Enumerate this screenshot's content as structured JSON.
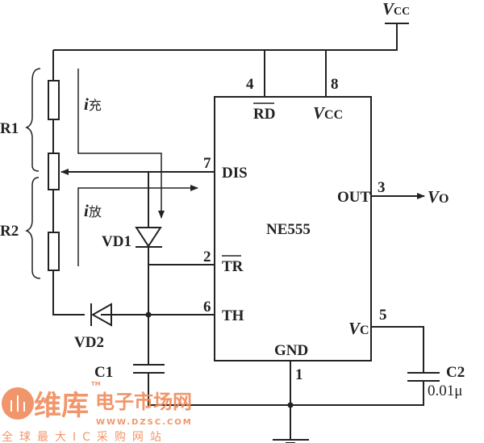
{
  "title": "",
  "supply": {
    "vcc_label": "V",
    "vcc_sub": "CC"
  },
  "ic": {
    "name": "NE555",
    "pins": {
      "rd": {
        "num": "4",
        "label": "RD"
      },
      "vcc": {
        "num": "8",
        "label": "V",
        "sub": "CC"
      },
      "dis": {
        "num": "7",
        "label": "DIS"
      },
      "tr": {
        "num": "2",
        "label": "TR"
      },
      "th": {
        "num": "6",
        "label": "TH"
      },
      "out": {
        "num": "3",
        "label": "OUT"
      },
      "vc": {
        "num": "5",
        "label": "V",
        "sub": "C"
      },
      "gnd": {
        "num": "1",
        "label": "GND"
      }
    }
  },
  "components": {
    "r1": "R1",
    "r2": "R2",
    "vd1": "VD1",
    "vd2": "VD2",
    "c1": "C1",
    "c2": "C2",
    "c2_value": "0.01μ"
  },
  "currents": {
    "charge": "i",
    "charge_sub": "充",
    "discharge": "i",
    "discharge_sub": "放"
  },
  "output": {
    "label": "V",
    "sub": "O"
  },
  "watermark": {
    "brand": "维库",
    "name": "电子市场网",
    "url": "WWW.DZSC.COM",
    "slogan": "全球最大IC采购网站",
    "tm": "TM",
    "color": "#f08a5a"
  }
}
